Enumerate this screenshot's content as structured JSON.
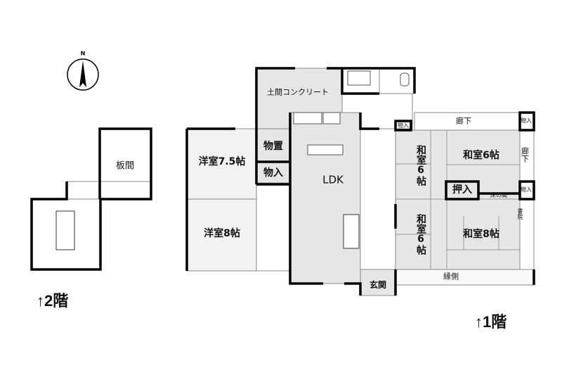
{
  "compass": {
    "north": "N"
  },
  "floor2": {
    "label": "↑2階",
    "rooms": {
      "itama": "板間"
    }
  },
  "floor1": {
    "label": "↑1階",
    "rooms": {
      "doma": "土間コンクリート",
      "monooki": "物置",
      "monoire_left": "物入",
      "yoshitsu75": "洋室7.5帖",
      "yoshitsu8": "洋室8帖",
      "ldk": "LDK",
      "genkan": "玄関",
      "washitsu6_a": "和室6帖",
      "washitsu6_b": "和室6帖",
      "washitsu6_top": "和室6帖",
      "washitsu8": "和室8帖",
      "oshiire": "押入",
      "tokonoma": "床の間",
      "shoin": "書院",
      "roka_top": "廊下",
      "roka_right": "廊下",
      "engawa": "縁側",
      "monoire_a": "物入",
      "monoire_b": "物入",
      "monoire_c": "物入"
    }
  }
}
